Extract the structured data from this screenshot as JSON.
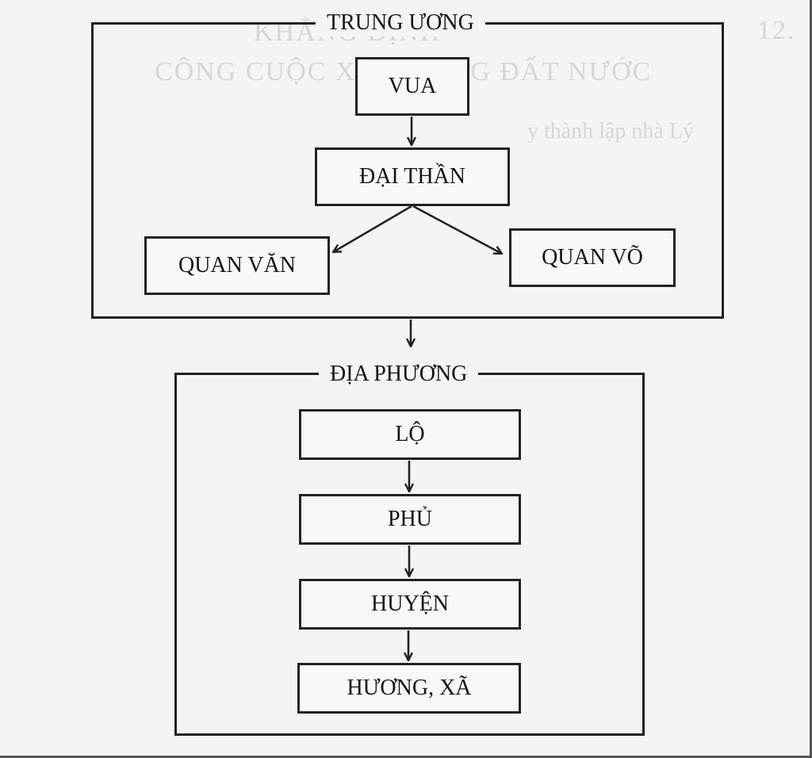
{
  "background_text": {
    "chapter_number": "12.",
    "chapter_title_line1": "KHẲNG ĐỊNH",
    "chapter_title_line2": "CÔNG CUỘC XÂY DỰNG ĐẤT NƯỚC",
    "section_heading": "y thành lập nhà Lý"
  },
  "central": {
    "title": "TRUNG ƯƠNG",
    "king": "VUA",
    "minister": "ĐẠI THẦN",
    "civil": "QUAN VĂN",
    "military": "QUAN VÕ"
  },
  "local": {
    "title": "ĐỊA PHƯƠNG",
    "levels": [
      "LỘ",
      "PHỦ",
      "HUYỆN",
      "HƯƠNG, XÃ"
    ]
  },
  "colors": {
    "ink": "#222222",
    "paper": "#f4f4f2"
  }
}
